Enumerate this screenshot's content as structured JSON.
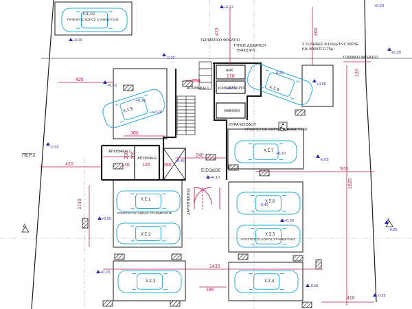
{
  "colors": {
    "wall": "#1a1a1a",
    "dim": "#c2185b",
    "car": "#29a8d8",
    "ink": "#222222",
    "level": "#2a2ab0",
    "grid": "#b0b0b0"
  },
  "parking": [
    {
      "id": "X.Σ.10",
      "sub": "ΤΡΙΦΗΡΟΣ ΧΩΡΟΣ ΣΤΑΘΜΕΥΣΗΣ"
    },
    {
      "id": "X.Σ.9",
      "sub": ""
    },
    {
      "id": "X.Σ.8",
      "sub": ""
    },
    {
      "id": "X.Σ.7",
      "sub": ""
    },
    {
      "id": "X.Σ.1",
      "sub": "ΥΠΟΣΤΕΓΟΣ ΧΩΡΟΣ ΣΤΑΘΜΕΥΣΗΣ"
    },
    {
      "id": "X.Σ.2",
      "sub": ""
    },
    {
      "id": "X.Σ.6",
      "sub": ""
    },
    {
      "id": "X.Σ.5",
      "sub": "ΥΠΟΣΤΕΓΟΣ ΧΩΡΟΣ ΣΤΑΘΜΕΥΣΗΣ"
    },
    {
      "id": "X.Σ.3",
      "sub": ""
    },
    {
      "id": "X.Σ.4",
      "sub": ""
    }
  ],
  "labels": {
    "meter_box": "ΤΕΡΜΑΤΙΚΟ ΦΡΕΑΤΙΟ",
    "room_type": "ΤΥΠΟΣ ΔΩΜΑΤΙΟΥ",
    "room_code": "754001Φ-5",
    "pipes": "2 ΣΩΛΗΝΕΣ Φ110μμ PVC ΜΠΛΕ",
    "pipe_depth": "ΚΑΙ ΒΑΘΟΣ 0,75μ",
    "corner_box": "ΓΩΝΙΑΚΟ ΦΡΕΑΤΙΟ",
    "storage1": "ΑΠΟΘΗΚΗ 1",
    "storage2": "ΑΠΟΘΗΚΗ 2",
    "storage3": "ΑΠΟΘΗΚΗ",
    "common": "ΚΟΙΝΟΧΡ.ΧΩΡΟΣ",
    "elevator": "ΑΝΚ",
    "electric": "Η/ΜΗΧΑΝ",
    "main_door": "ΘΥΡΑ ΕΙΣΟΔΟΥ",
    "entrance": "ΕΙΣΟΔΟΣ",
    "planters": "ΖΑΡΝΤΙΝΙΕΡΕΣ",
    "covered_top": "ΥΠΟΣΤΕΓΟΣ ΧΩΡΟΣ ΣΤΑΘΜΕΥΣΗΣ",
    "section_a": "Α",
    "per2": "ΠΕΡ.2"
  },
  "dims": {
    "d415": "415",
    "d402": "402",
    "d250": "250",
    "d270": "270",
    "d420a": "420",
    "d420b": "420",
    "d305": "305",
    "d240": "240",
    "d140": "140",
    "d135": "135",
    "d180": "180",
    "d503": "503",
    "d1625": "1625",
    "d1730": "1730",
    "d1435": "1435",
    "d185": "185",
    "d410": "410",
    "d205": "205",
    "d200": "200",
    "d120": "120"
  },
  "levels": {
    "l1": "+0.20",
    "l2": "+0.23",
    "l3": "-0.70",
    "l4": "+0.20",
    "l5": "+0.20",
    "l6": "+0.05",
    "l7": "-0.15",
    "l8": "+0.20",
    "l9": "+0.10",
    "l10": "-0.05",
    "l11": "+0.25",
    "l12": "+0.20",
    "l13": "+0.20",
    "l14": "-0.05",
    "l15": "-0.05",
    "l16": "-0.25",
    "l17": "+0.20",
    "l18": "+0.05",
    "l19": "-0.20",
    "l20": "+0.45",
    "l21": "+0.20",
    "l22": "+0.20",
    "l23": "-0.40"
  }
}
